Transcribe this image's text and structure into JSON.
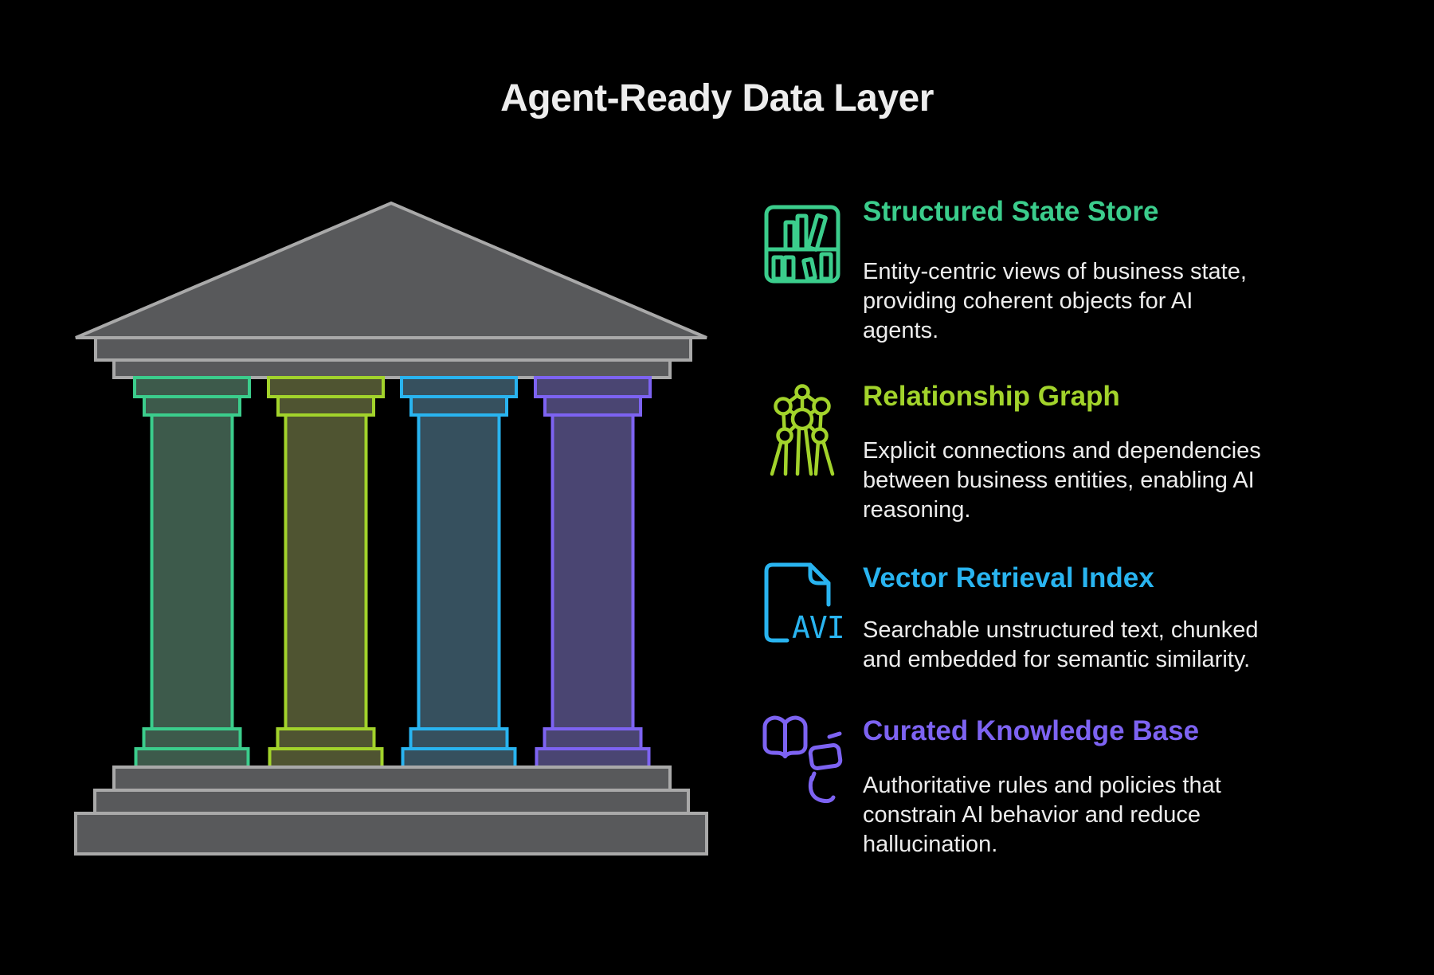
{
  "page": {
    "title": "Agent-Ready Data Layer",
    "background": "#000000",
    "title_color": "#ededed",
    "body_text_color": "#ededed"
  },
  "temple": {
    "structure_color": "#58595b",
    "structure_stroke": "#a9a9a9",
    "pillars": [
      {
        "id": "structured-state-store",
        "stroke": "#3bcd8c",
        "fill": "#3d5a4b"
      },
      {
        "id": "relationship-graph",
        "stroke": "#a2d32b",
        "fill": "#4f5431"
      },
      {
        "id": "vector-retrieval-index",
        "stroke": "#29b4f0",
        "fill": "#36505e"
      },
      {
        "id": "curated-knowledge-base",
        "stroke": "#7d63f2",
        "fill": "#4a4572"
      }
    ]
  },
  "sections": [
    {
      "id": "structured-state-store",
      "icon": "bookshelf-icon",
      "accent": "#3bcd8c",
      "heading": "Structured State Store",
      "description": "Entity-centric views of business state,\nproviding coherent objects for AI\nagents."
    },
    {
      "id": "relationship-graph",
      "icon": "network-graph-icon",
      "accent": "#a2d32b",
      "heading": "Relationship Graph",
      "description": "Explicit connections and dependencies\nbetween business entities, enabling AI\nreasoning."
    },
    {
      "id": "vector-retrieval-index",
      "icon": "avi-file-icon",
      "accent": "#29b4f0",
      "heading": "Vector Retrieval Index",
      "description": "Searchable unstructured text, chunked\nand embedded for semantic similarity.",
      "file_label": "AVI"
    },
    {
      "id": "curated-knowledge-base",
      "icon": "open-book-chat-icon",
      "accent": "#7d63f2",
      "heading": "Curated Knowledge Base",
      "description": "Authoritative rules and policies that\nconstrain AI behavior and reduce\nhallucination."
    }
  ]
}
